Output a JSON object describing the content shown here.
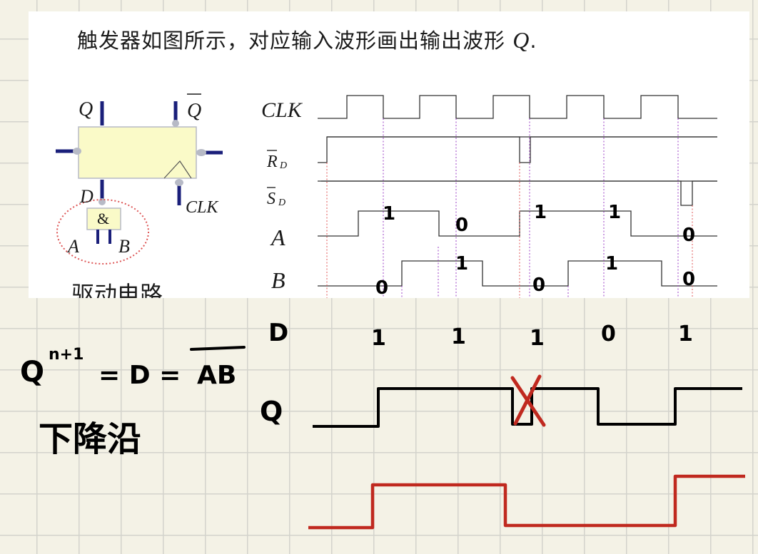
{
  "question": {
    "text": "触发器如图所示，对应输入波形画出输出波形 ",
    "q_italic": "Q",
    "q_end": "."
  },
  "circuit": {
    "q_label": "Q",
    "qbar_label": "Q",
    "d_label": "D",
    "clk_label": "CLK",
    "and_label": "&",
    "a_label": "A",
    "b_label": "B",
    "caption": "驱动电路"
  },
  "timing": {
    "clk_label": "CLK",
    "rd_label": "R",
    "rd_sub": "D",
    "sd_label": "S",
    "sd_sub": "D",
    "a_label": "A",
    "b_label": "B",
    "a_marks": [
      "1",
      "0",
      "1",
      "1",
      "0"
    ],
    "b_marks": [
      "0",
      "1",
      "0",
      "1",
      "0"
    ]
  },
  "notes": {
    "d_label": "D",
    "d_values": [
      "1",
      "1",
      "1",
      "0",
      "1"
    ],
    "q_label": "Q",
    "eq_q": "Q",
    "eq_sup": "n+1",
    "eq_rest": "= D =",
    "eq_over": "AB",
    "trigger_note": "下降沿"
  },
  "colors": {
    "grid": "#d3d3cc",
    "paper": "#f4f2e6",
    "blue": "#1a1f7a",
    "block": "#fafac8",
    "pin": "#b7bac6",
    "red_ink": "#c0291f",
    "red_dash": "#e05555",
    "purple_dash": "#9b3fc6"
  }
}
